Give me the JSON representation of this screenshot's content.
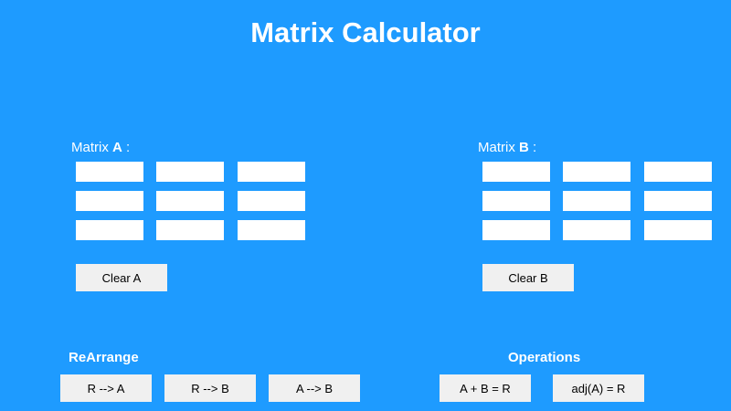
{
  "app": {
    "title": "Matrix Calculator"
  },
  "matrix_a": {
    "label_prefix": "Matrix ",
    "label_name": "A",
    "label_suffix": " :",
    "cells": [
      [
        "",
        "",
        ""
      ],
      [
        "",
        "",
        ""
      ],
      [
        "",
        "",
        ""
      ]
    ],
    "clear_label": "Clear A"
  },
  "matrix_b": {
    "label_prefix": "Matrix ",
    "label_name": "B",
    "label_suffix": " :",
    "cells": [
      [
        "",
        "",
        ""
      ],
      [
        "",
        "",
        ""
      ],
      [
        "",
        "",
        ""
      ]
    ],
    "clear_label": "Clear B"
  },
  "rearrange": {
    "heading": "ReArrange",
    "buttons": [
      "R --> A",
      "R --> B",
      "A --> B"
    ]
  },
  "operations": {
    "heading": "Operations",
    "buttons": [
      "A + B = R",
      "adj(A) = R"
    ]
  },
  "colors": {
    "background": "#1e9bff",
    "input": "#ffffff",
    "button": "#f0f0f0"
  }
}
